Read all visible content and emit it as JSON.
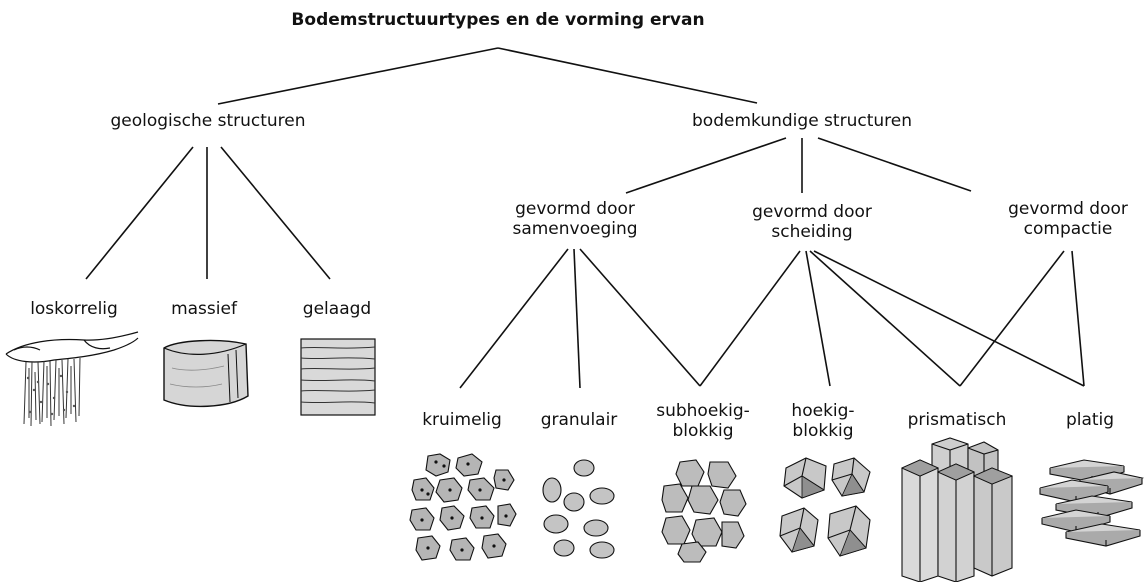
{
  "title": "Bodemstructuurtypes en de vorming ervan",
  "level1": {
    "geologisch": "geologische structuren",
    "bodemkundig": "bodemkundige structuren"
  },
  "level2": {
    "samenvoeging": [
      "gevormd door",
      "samenvoeging"
    ],
    "scheiding": [
      "gevormd door",
      "scheiding"
    ],
    "compactie": [
      "gevormd door",
      "compactie"
    ]
  },
  "geo_types": {
    "loskorrelig": "loskorrelig",
    "massief": "massief",
    "gelaagd": "gelaagd"
  },
  "bod_types": {
    "kruimelig": "kruimelig",
    "granulair": "granulair",
    "subhoekig": [
      "subhoekig-",
      "blokkig"
    ],
    "hoekig": [
      "hoekig-",
      "blokkig"
    ],
    "prismatisch": "prismatisch",
    "platig": "platig"
  },
  "colors": {
    "line": "#111111",
    "fill": "#cfcfcf",
    "fill_dark": "#9a9a9a"
  }
}
